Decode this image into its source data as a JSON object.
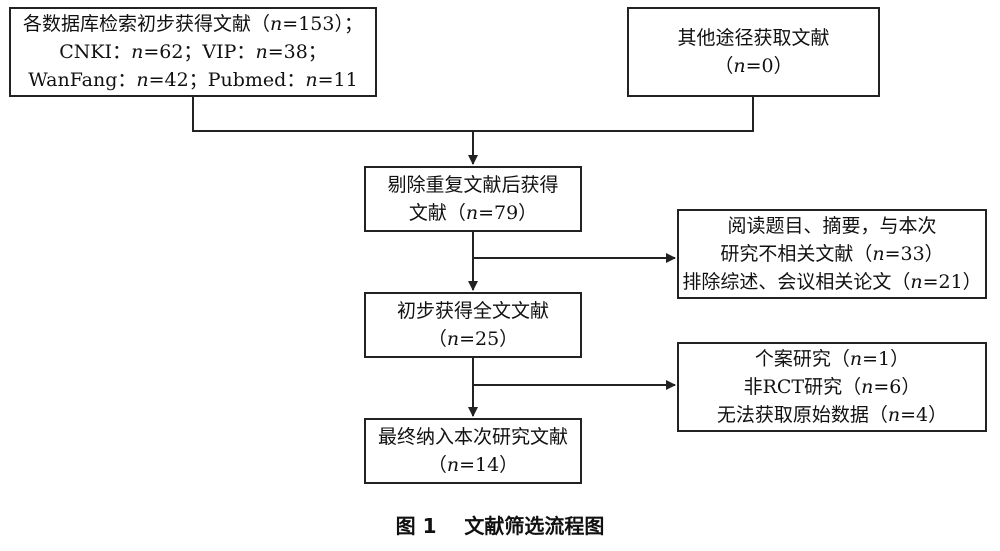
{
  "boxes": {
    "search": {
      "line1_pre": "各数据库检索初步获得文献（",
      "line1_n": "n",
      "line1_post": "=153）；",
      "line2_a": "CNKI：",
      "line2_n1": "n",
      "line2_b": "=62；VIP：",
      "line2_n2": "n",
      "line2_c": "=38；",
      "line3_a": "WanFang：",
      "line3_n1": "n",
      "line3_b": "=42；Pubmed：",
      "line3_n2": "n",
      "line3_c": "=11"
    },
    "other": {
      "line1": "其他途径获取文献",
      "line2_pre": "（",
      "line2_n": "n",
      "line2_post": "=0）"
    },
    "dedup": {
      "line1": "剔除重复文献后获得",
      "line2_pre": "文献（",
      "line2_n": "n",
      "line2_post": "=79）"
    },
    "exclude1": {
      "line1": "阅读题目、摘要，与本次",
      "line2_pre": "研究不相关文献（",
      "line2_n": "n",
      "line2_post": "=33）",
      "line3_pre": "排除综述、会议相关论文（",
      "line3_n": "n",
      "line3_post": "=21）"
    },
    "fulltext": {
      "line1": "初步获得全文文献",
      "line2_pre": "（",
      "line2_n": "n",
      "line2_post": "=25）"
    },
    "exclude2": {
      "line1_pre": "个案研究（",
      "line1_n": "n",
      "line1_post": "=1）",
      "line2_pre": "非RCT研究（",
      "line2_n": "n",
      "line2_post": "=6）",
      "line3_pre": "无法获取原始数据（",
      "line3_n": "n",
      "line3_post": "=4）"
    },
    "final": {
      "line1": "最终纳入本次研究文献",
      "line2_pre": "（",
      "line2_n": "n",
      "line2_post": "=14）"
    }
  },
  "caption": "图 1    文献筛选流程图"
}
